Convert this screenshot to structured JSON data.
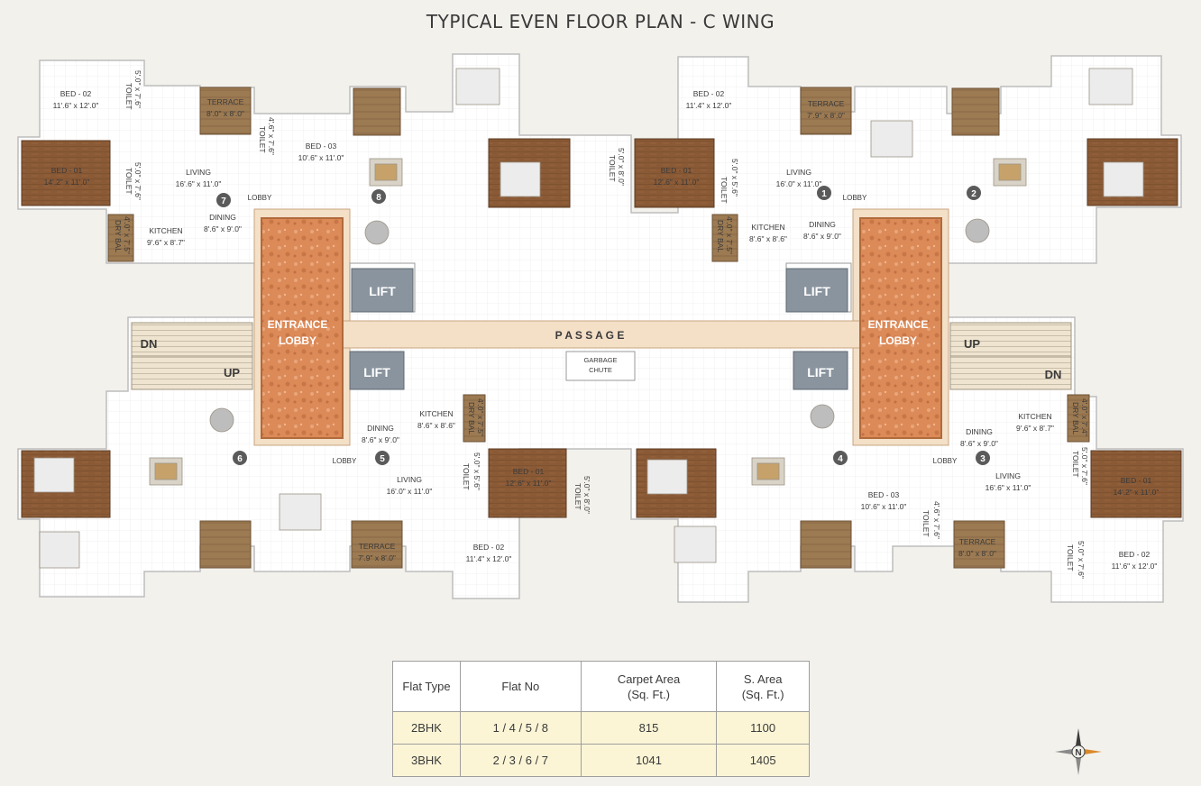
{
  "title": "TYPICAL  EVEN FLOOR PLAN - C WING",
  "common": {
    "passage": "P A S S A G E",
    "lift": "LIFT",
    "entrance_line1": "ENTRANCE",
    "entrance_line2": "LOBBY",
    "garbage_line1": "GARBAGE",
    "garbage_line2": "CHUTE",
    "dn": "DN",
    "up": "UP",
    "lobby": "LOBBY"
  },
  "flat_numbers": [
    "1",
    "2",
    "3",
    "4",
    "5",
    "6",
    "7",
    "8"
  ],
  "rooms": {
    "bed02_11_6": [
      "BED - 02",
      "11'.6\" x 12'.0\""
    ],
    "bed02_11_4": [
      "BED - 02",
      "11'.4\" x 12'.0\""
    ],
    "bed01_14_2": [
      "BED - 01",
      "14'.2\" x 11'.0\""
    ],
    "bed01_12_6": [
      "BED - 01",
      "12'.6\" x 11'.0\""
    ],
    "bed03": [
      "BED - 03",
      "10'.6\" x 11'.0\""
    ],
    "living_16_6": [
      "LIVING",
      "16'.6\" x 11'.0\""
    ],
    "living_16_0": [
      "LIVING",
      "16'.0\" x 11'.0\""
    ],
    "dining": [
      "DINING",
      "8'.6\" x 9'.0\""
    ],
    "kitchen_9_6": [
      "KITCHEN",
      "9'.6\" x 8'.7\""
    ],
    "kitchen_8_6": [
      "KITCHEN",
      "8'.6\" x 8'.6\""
    ],
    "terrace_8_0": [
      "TERRACE",
      "8'.0\" x 8'.0\""
    ],
    "terrace_7_9": [
      "TERRACE",
      "7'.9\" x 8'.0\""
    ],
    "toilet_5_7_6": [
      "TOILET",
      "5'.0\" x 7'.6\""
    ],
    "toilet_4_6_7_6": [
      "TOILET",
      "4'.6\" x 7'.6\""
    ],
    "toilet_5_5_6": [
      "TOILET",
      "5'.0\" x 5'.6\""
    ],
    "toilet_5_8": [
      "TOILET",
      "5'.0\" x 8'.0\""
    ],
    "drybal_4_7": [
      "DRY BAL",
      "4'.0\" x 7'.5\""
    ],
    "drybal_4_7_4": [
      "DRY BAL",
      "4'.0\" x 7'.4\""
    ]
  },
  "table": {
    "headers": [
      "Flat Type",
      "Flat No",
      [
        "Carpet Area",
        "(Sq. Ft.)"
      ],
      [
        "S. Area",
        "(Sq. Ft.)"
      ]
    ],
    "rows": [
      [
        "2BHK",
        "1 / 4 / 5 / 8",
        "815",
        "1100"
      ],
      [
        "3BHK",
        "2 / 3 / 6 / 7",
        "1041",
        "1405"
      ]
    ]
  },
  "compass_label": "N",
  "colors": {
    "background": "#f3f1ec",
    "wood_floor": "#8a5a36",
    "lobby_floor": "#d98a5a",
    "passage": "#f4dfc7",
    "lift": "#8a949e",
    "table_row": "#fbf5d6"
  }
}
